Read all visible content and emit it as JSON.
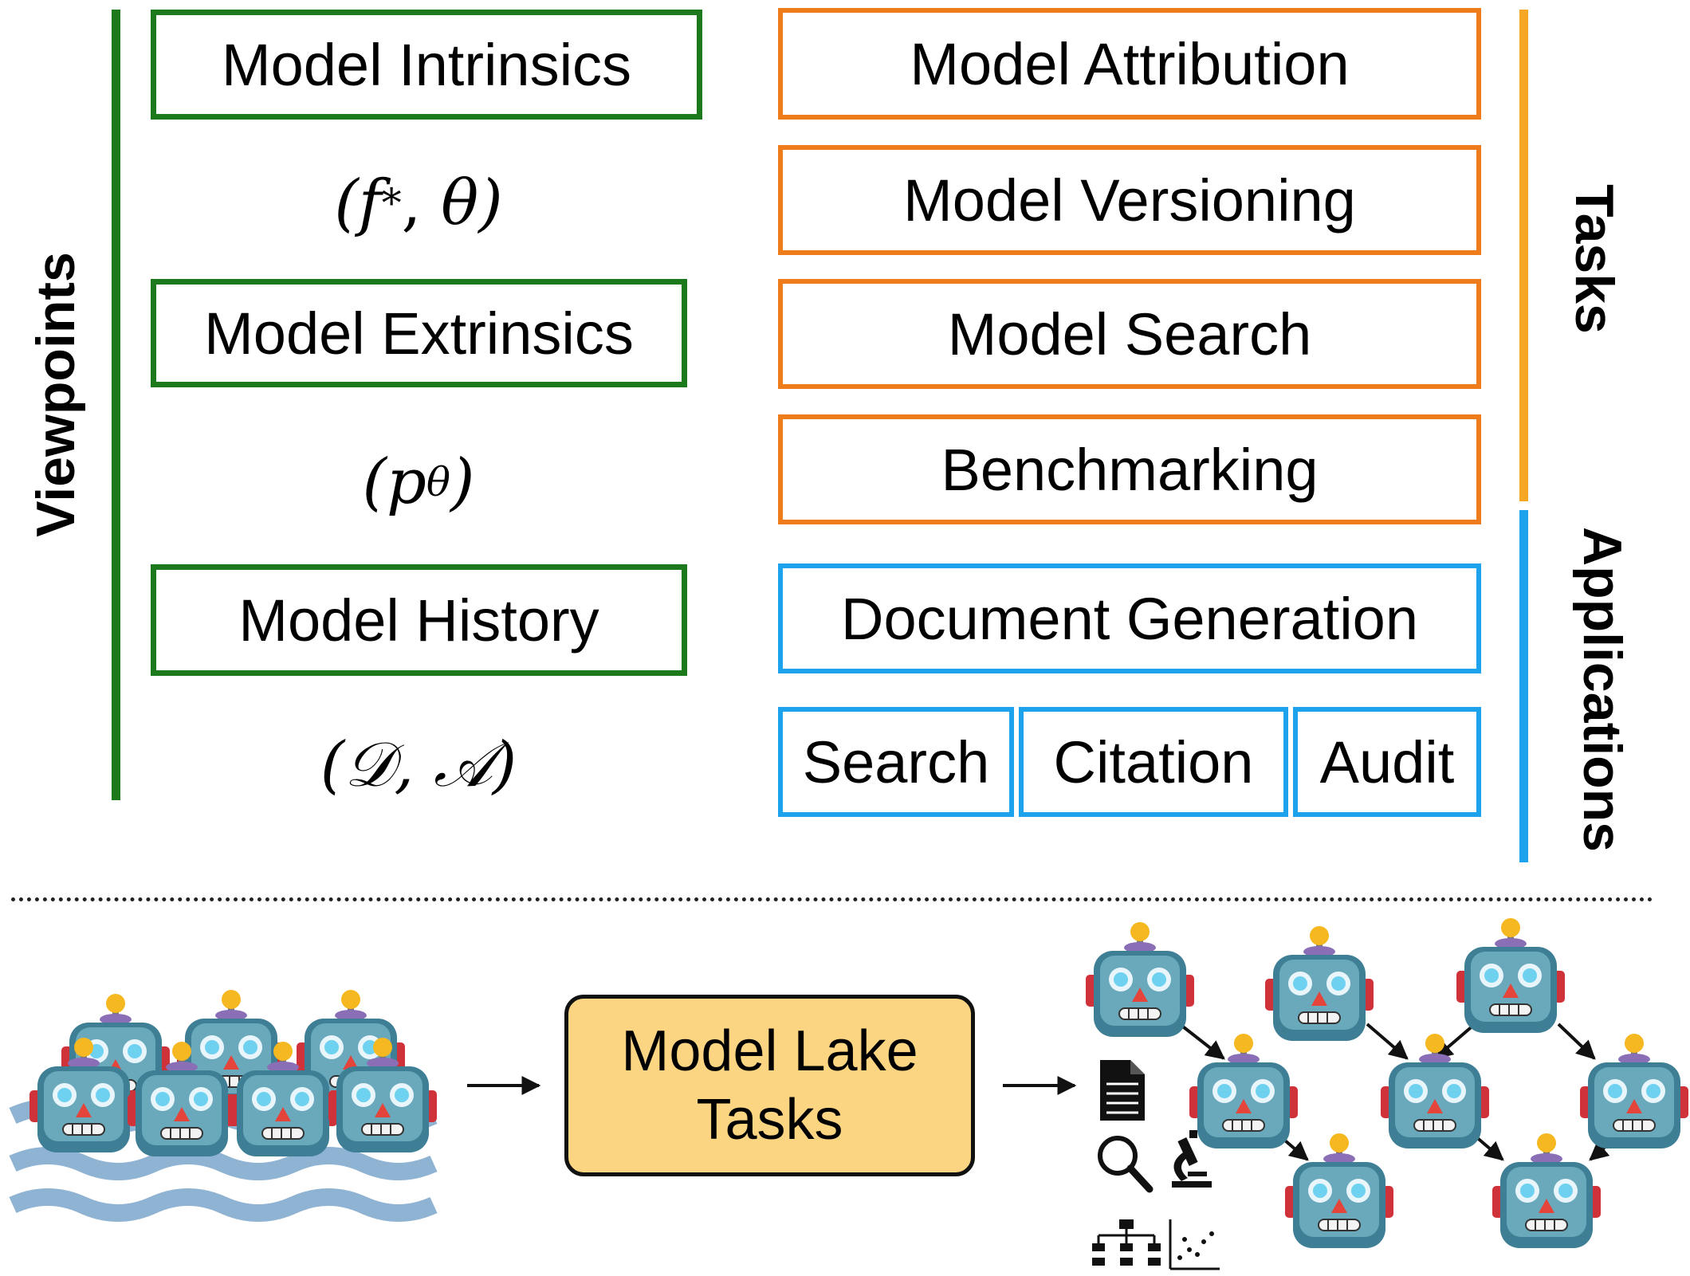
{
  "viewpoints": {
    "label": "Viewpoints",
    "items": [
      {
        "label": "Model Intrinsics",
        "math": "(f*, θ)"
      },
      {
        "label": "Model Extrinsics",
        "math": "(pθ)"
      },
      {
        "label": "Model History",
        "math": "(𝒟, 𝒜)"
      }
    ]
  },
  "tasks": {
    "label": "Tasks",
    "items": [
      "Model Attribution",
      "Model Versioning",
      "Model Search",
      "Benchmarking"
    ]
  },
  "applications": {
    "label": "Applications",
    "document_generation": "Document Generation",
    "small": [
      "Search",
      "Citation",
      "Audit"
    ]
  },
  "pipeline": {
    "box_line1": "Model Lake",
    "box_line2": "Tasks"
  },
  "colors": {
    "viewpoint": "#1c7a1c",
    "task": "#ee7c1b",
    "application": "#1da2ee",
    "tasks_bar": "#f5a623",
    "lake_box": "#fbd581",
    "water": "#8fb3d3",
    "robot_face": "#3f7f96",
    "robot_eye": "#6fd1f0",
    "robot_nose": "#e5443a",
    "robot_antenna": "#f6b820",
    "robot_ear": "#d0323a"
  },
  "icons": [
    "robot-icon",
    "document-icon",
    "magnifier-icon",
    "microscope-icon",
    "org-chart-icon",
    "scatter-plot-icon",
    "arrow-icon"
  ]
}
